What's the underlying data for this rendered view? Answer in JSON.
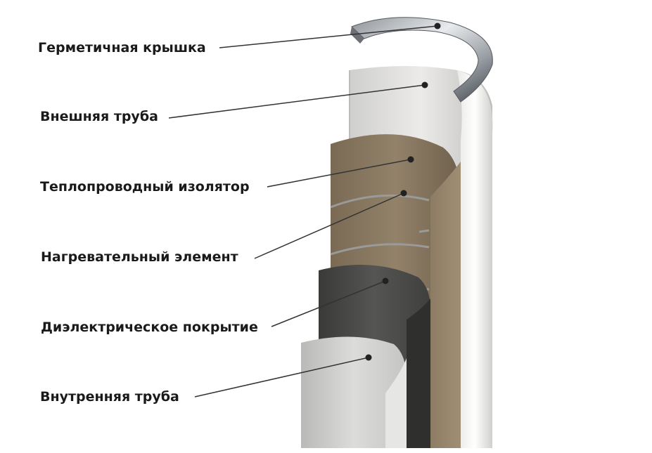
{
  "labels": [
    {
      "id": "cap",
      "text": "Герметичная крышка"
    },
    {
      "id": "outer_tube",
      "text": "Внешняя труба"
    },
    {
      "id": "insulator",
      "text": "Теплопроводный изолятор"
    },
    {
      "id": "heating_element",
      "text": "Нагревательный элемент"
    },
    {
      "id": "dielectric",
      "text": "Диэлектрическое покрытие"
    },
    {
      "id": "inner_tube",
      "text": "Внутренняя труба"
    }
  ],
  "colors": {
    "background": "#ffffff",
    "text": "#1a1a1a",
    "leader": "#333333",
    "outer_tube": "#d8d8d6",
    "insulator": "#8a7a63",
    "dielectric": "#4a4a48",
    "inner_tube": "#c9c9c7",
    "cap": "#b8bcc0"
  }
}
